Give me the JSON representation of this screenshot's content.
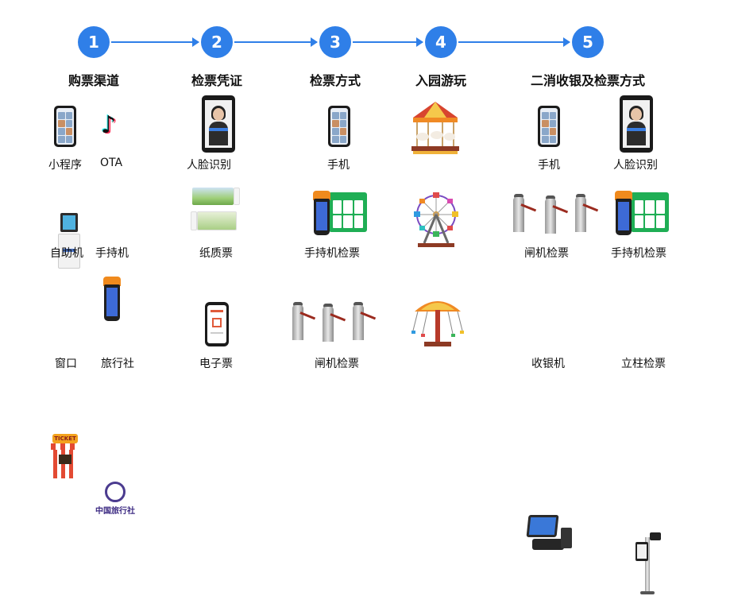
{
  "steps": [
    {
      "number": "1",
      "title": "购票渠道"
    },
    {
      "number": "2",
      "title": "检票凭证"
    },
    {
      "number": "3",
      "title": "检票方式"
    },
    {
      "number": "4",
      "title": "入园游玩"
    },
    {
      "number": "5",
      "title": "二消收银及检票方式"
    }
  ],
  "col1": {
    "miniprogram": "小程序",
    "ota": "OTA",
    "self_service": "自助机",
    "handheld": "手持机",
    "window": "窗口",
    "agency": "旅行社"
  },
  "col2": {
    "face": "人脸识别",
    "paper": "纸质票",
    "eticket": "电子票"
  },
  "col3": {
    "phone": "手机",
    "handheld_check": "手持机检票",
    "gate_check": "闸机检票"
  },
  "col5": {
    "phone": "手机",
    "face": "人脸识别",
    "gate_check": "闸机检票",
    "handheld_check": "手持机检票",
    "pos": "收银机",
    "pillar_check": "立柱检票"
  },
  "logos": {
    "booth_sign": "TICKET",
    "agency_text": "中国旅行社"
  },
  "colors": {
    "accent": "#2f7fe8"
  }
}
